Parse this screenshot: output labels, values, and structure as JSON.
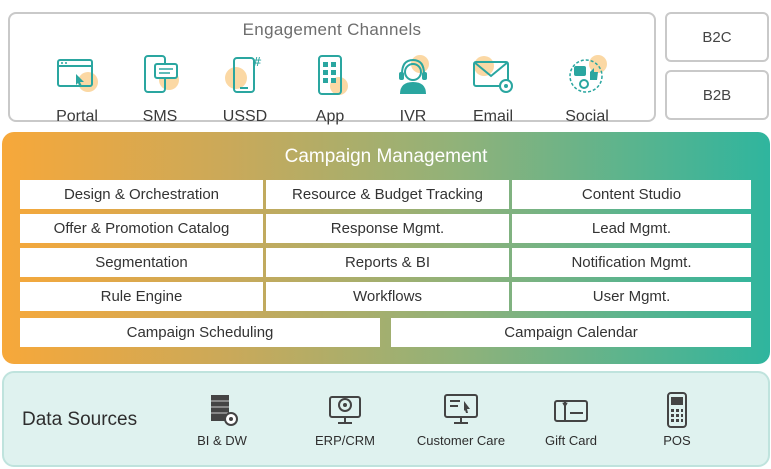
{
  "engagement": {
    "title": "Engagement Channels",
    "channels": [
      {
        "label": "Portal",
        "icon": "portal-icon"
      },
      {
        "label": "SMS",
        "icon": "sms-icon"
      },
      {
        "label": "USSD",
        "icon": "ussd-icon"
      },
      {
        "label": "App",
        "icon": "app-icon"
      },
      {
        "label": "IVR",
        "icon": "ivr-icon"
      },
      {
        "label": "Email",
        "icon": "email-icon"
      },
      {
        "label": "Social",
        "icon": "social-icon"
      }
    ]
  },
  "segments": [
    "B2C",
    "B2B"
  ],
  "campaign": {
    "title": "Campaign Management",
    "rows": [
      [
        "Design & Orchestration",
        "Resource & Budget Tracking",
        "Content Studio"
      ],
      [
        "Offer & Promotion Catalog",
        "Response Mgmt.",
        "Lead Mgmt."
      ],
      [
        "Segmentation",
        "Reports & BI",
        "Notification Mgmt."
      ],
      [
        "Rule Engine",
        "Workflows",
        "User Mgmt."
      ]
    ],
    "bottom": [
      "Campaign Scheduling",
      "Campaign Calendar"
    ]
  },
  "datasources": {
    "title": "Data Sources",
    "items": [
      {
        "label": "BI & DW",
        "icon": "bi-dw-icon"
      },
      {
        "label": "ERP/CRM",
        "icon": "erp-crm-icon"
      },
      {
        "label": "Customer Care",
        "icon": "customer-care-icon"
      },
      {
        "label": "Gift Card",
        "icon": "gift-card-icon"
      },
      {
        "label": "POS",
        "icon": "pos-icon"
      }
    ]
  },
  "colors": {
    "gradient_start": "#f7a83a",
    "gradient_end": "#2fb59e",
    "icon_teal": "#2aa6a0",
    "icon_orange": "#f7b24a",
    "datasource_bg": "#dff2ef"
  }
}
